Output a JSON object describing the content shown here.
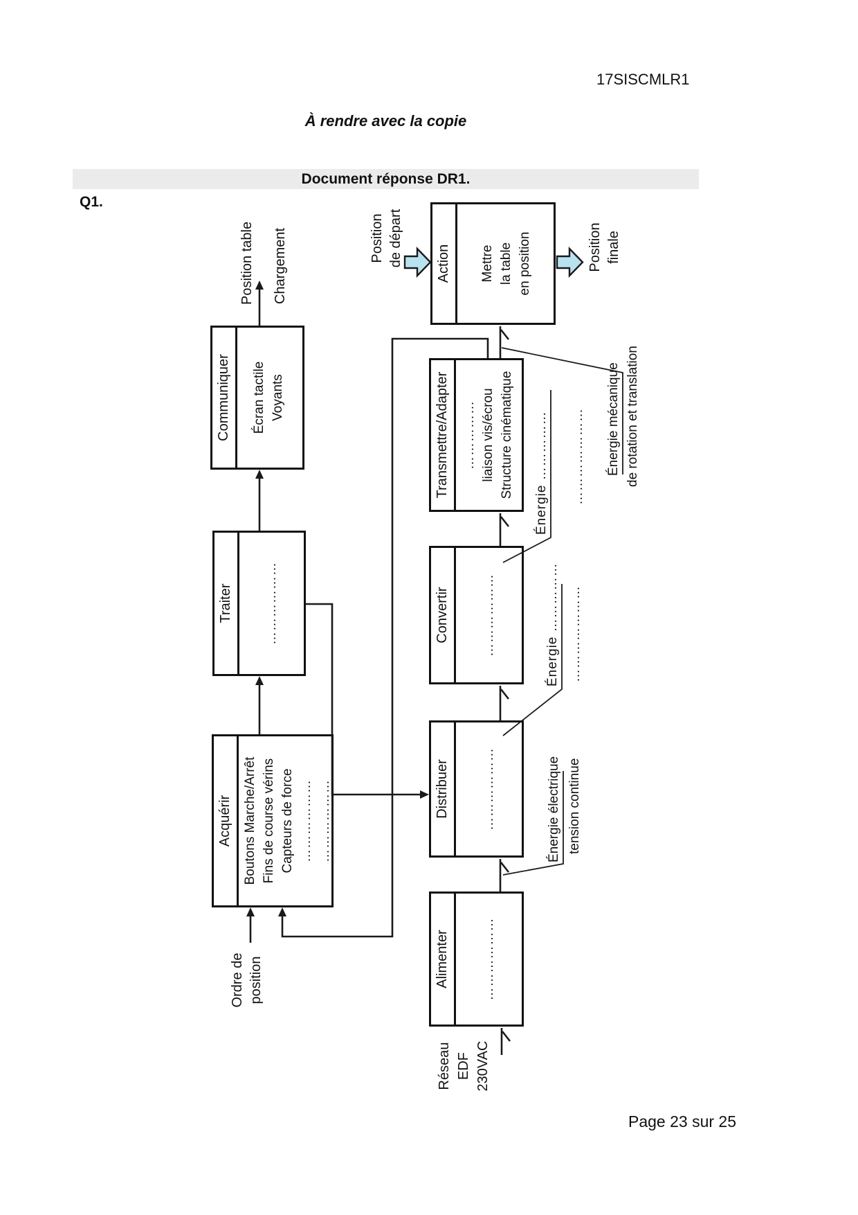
{
  "page": {
    "code": "17SISCMLR1",
    "instruction": "À rendre avec la copie",
    "banner": "Document réponse DR1.",
    "question_label": "Q1.",
    "footer": "Page 23 sur 25"
  },
  "info_chain": {
    "input_label": {
      "line1": "Ordre de",
      "line2": "position"
    },
    "acquerir": {
      "title": "Acquérir",
      "line1": "Boutons Marche/Arrêt",
      "line2": "Fins de course vérins",
      "line3": "Capteurs de force",
      "line4": "………………",
      "line5": "………………"
    },
    "traiter": {
      "title": "Traiter",
      "line1": "………………"
    },
    "communiquer": {
      "title": "Communiquer",
      "line1": "Écran tactile",
      "line2": "Voyants"
    },
    "output1": "Position table",
    "output2": "Chargement"
  },
  "energy_chain": {
    "source": {
      "line1": "Réseau",
      "line2": "EDF",
      "line3": "230VAC"
    },
    "alimenter": {
      "title": "Alimenter",
      "line1": "………………"
    },
    "distribuer": {
      "title": "Distribuer",
      "line1": "………………"
    },
    "convertir": {
      "title": "Convertir",
      "line1": "………………"
    },
    "transmettre": {
      "title": "Transmettre/Adapter",
      "line1": "……………",
      "line2": "liaison vis/écrou",
      "line3": "Structure cinématique"
    },
    "action": {
      "title": "Action",
      "line1": "Mettre",
      "line2": "la table",
      "line3": "en position"
    },
    "input_label": {
      "line1": "Position",
      "line2": "de départ"
    },
    "output_label": {
      "line1": "Position",
      "line2": "finale"
    },
    "labels": {
      "electrique": {
        "line1": "Énergie électrique",
        "line2": "tension continue"
      },
      "blank1": {
        "line1": "Énergie ……………",
        "line2": "…………………"
      },
      "blank2": {
        "line1": "Énergie ……………",
        "line2": "…………………"
      },
      "mecanique": {
        "line1": "Énergie mécanique",
        "line2": "de rotation et translation"
      }
    }
  },
  "colors": {
    "arrow_fill": "#b9e2f0",
    "line": "#1a1a1a",
    "banner_bg": "#ebebeb"
  }
}
